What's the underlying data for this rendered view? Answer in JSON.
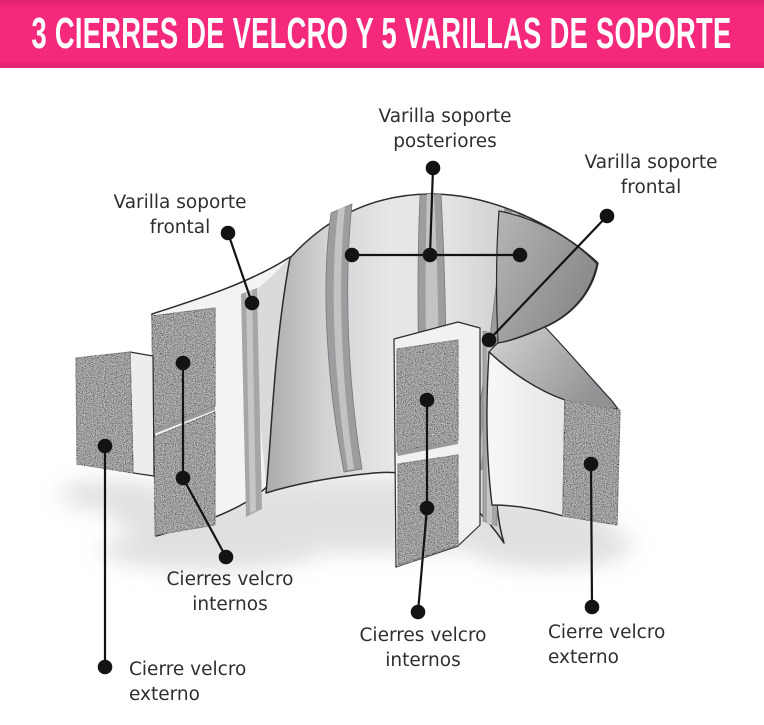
{
  "header": {
    "title": "3 CIERRES DE VELCRO Y 5 VARILLAS DE SOPORTE",
    "bg_color": "#f4297c",
    "text_color": "#ffffff"
  },
  "diagram": {
    "subject": "back-support-belt-illustration",
    "labels": [
      {
        "id": "varilla-soporte-posteriores",
        "line1": "Varilla soporte",
        "line2": "posteriores"
      },
      {
        "id": "varilla-soporte-frontal-right",
        "line1": "Varilla soporte",
        "line2": "frontal"
      },
      {
        "id": "varilla-soporte-frontal-left",
        "line1": "Varilla soporte",
        "line2": "frontal"
      },
      {
        "id": "cierres-velcro-internos-left",
        "line1": "Cierres velcro",
        "line2": "internos"
      },
      {
        "id": "cierre-velcro-externo-left",
        "line1": "Cierre velcro",
        "line2": "externo"
      },
      {
        "id": "cierres-velcro-internos-center",
        "line1": "Cierres velcro",
        "line2": "internos"
      },
      {
        "id": "cierre-velcro-externo-right",
        "line1": "Cierre velcro",
        "line2": "externo"
      }
    ],
    "colors": {
      "accent_pink": "#f4297c",
      "label_text": "#2e2e30",
      "callout_line": "#131315",
      "belt_light": "#e6e6e7",
      "belt_dark": "#a2a2a4",
      "velcro_base": "#8b8b8e"
    }
  }
}
